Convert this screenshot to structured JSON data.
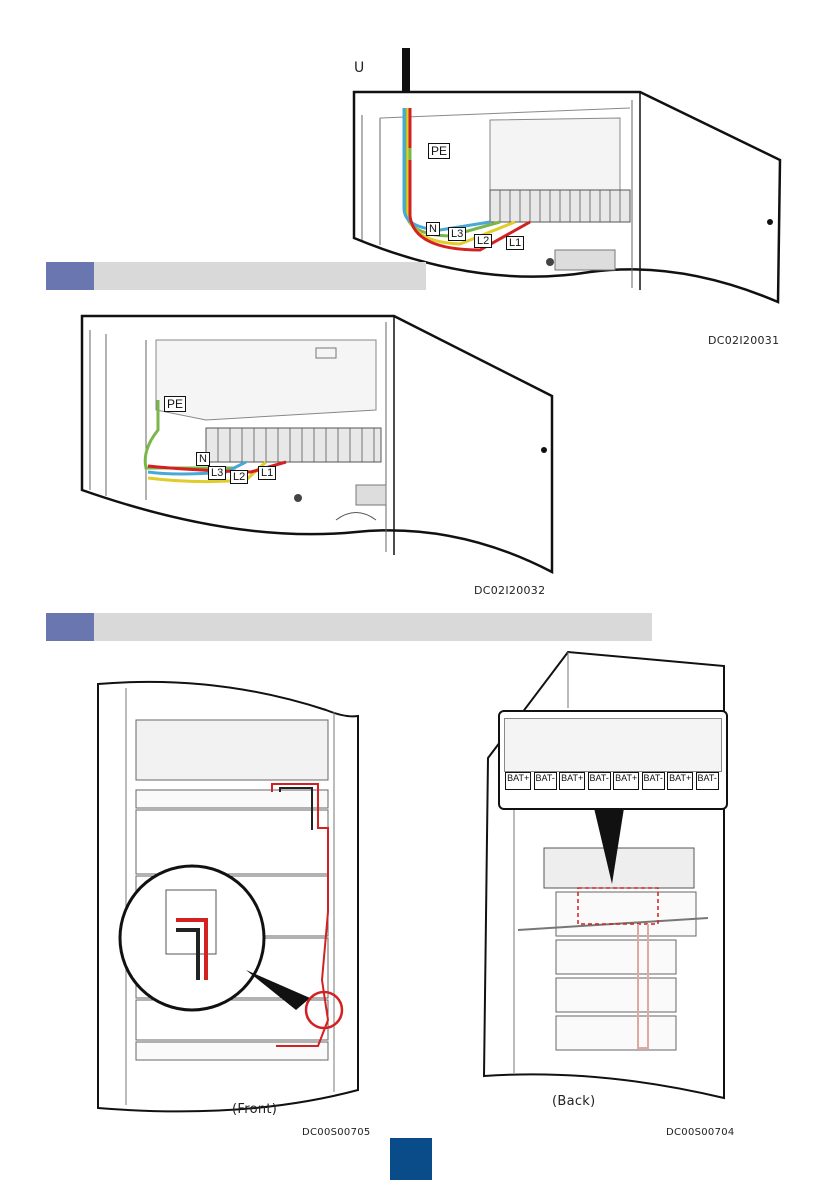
{
  "top_figure": {
    "u_label": "U",
    "labels": {
      "pe": "PE",
      "n": "N",
      "l3": "L3",
      "l2": "L2",
      "l1": "L1"
    },
    "code": "DC02I20031"
  },
  "middle_figure": {
    "labels": {
      "pe": "PE",
      "n": "N",
      "l3": "L3",
      "l2": "L2",
      "l1": "L1"
    },
    "code": "DC02I20032"
  },
  "front_figure": {
    "caption": "(Front)",
    "code": "DC00S00705"
  },
  "back_figure": {
    "caption": "(Back)",
    "code": "DC00S00704",
    "terminal_labels": [
      "BAT+",
      "BAT-",
      "BAT+",
      "BAT-",
      "BAT+",
      "BAT-",
      "BAT+",
      "BAT-"
    ]
  },
  "colors": {
    "section_accent": "#6a76b0",
    "section_bar": "#d9d9d9",
    "page_badge": "#0a4b8a",
    "wire_red": "#d32020",
    "wire_blue": "#4aa8d8",
    "wire_yellow": "#e0cc2a",
    "wire_green": "#7ab648"
  }
}
